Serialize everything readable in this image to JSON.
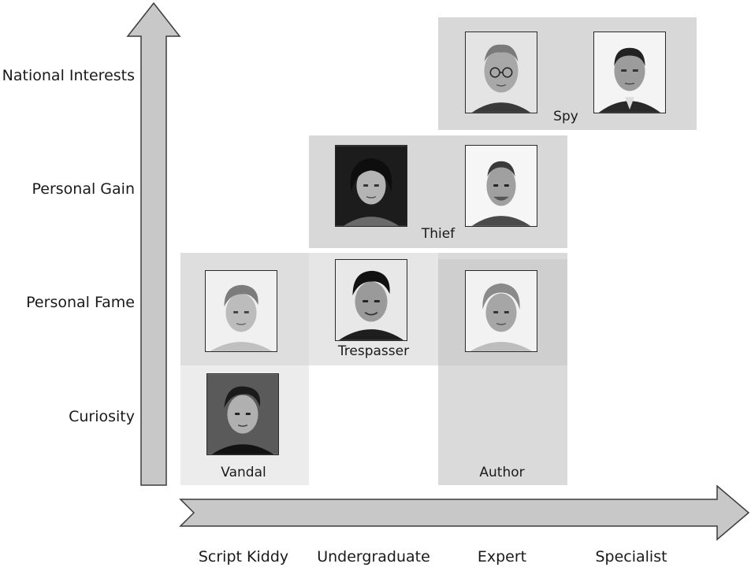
{
  "y_axis": {
    "levels": [
      "Curiosity",
      "Personal Fame",
      "Personal Gain",
      "National Interests"
    ]
  },
  "x_axis": {
    "levels": [
      "Script Kiddy",
      "Undergraduate",
      "Expert",
      "Specialist"
    ]
  },
  "groups": [
    {
      "label": "Vandal",
      "x_level": "Script Kiddy",
      "y_levels": [
        "Curiosity",
        "Personal Fame"
      ]
    },
    {
      "label": "Trespasser",
      "x_level": "Undergraduate",
      "y_levels": [
        "Personal Fame"
      ]
    },
    {
      "label": "Author",
      "x_level": "Expert",
      "y_levels": [
        "Curiosity",
        "Personal Fame"
      ]
    },
    {
      "label": "Thief",
      "x_level": "Undergraduate to Expert",
      "y_levels": [
        "Personal Gain"
      ]
    },
    {
      "label": "Spy",
      "x_level": "Expert to Specialist",
      "y_levels": [
        "National Interests"
      ]
    }
  ],
  "colors": {
    "arrow_fill": "#c8c8c8",
    "arrow_stroke": "#3c3c3c",
    "band_light": "#ececec",
    "band_mid": "#e0e0e0",
    "band_dark": "#d2d2d2"
  }
}
